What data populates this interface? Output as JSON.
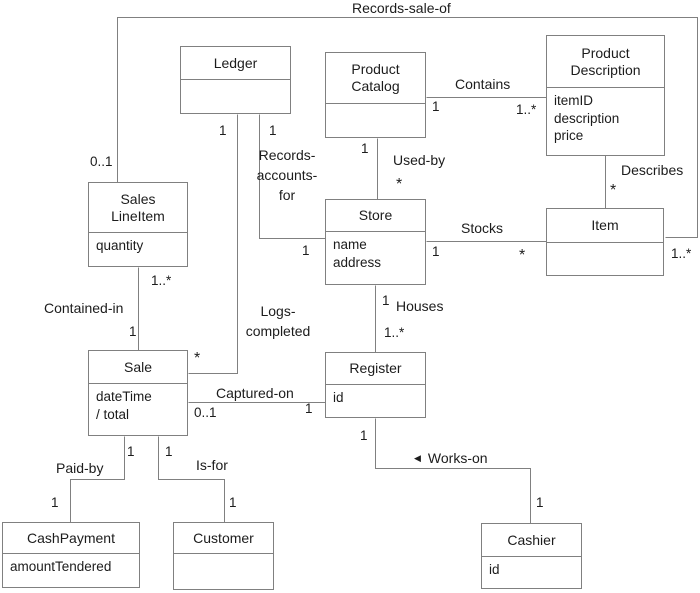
{
  "classes": {
    "ledger": {
      "title": "Ledger",
      "attributes": []
    },
    "product_catalog": {
      "title": "Product\nCatalog",
      "attributes": []
    },
    "product_description": {
      "title": "Product\nDescription",
      "attributes": [
        "itemID",
        "description",
        "price"
      ]
    },
    "sales_line_item": {
      "title": "Sales\nLineItem",
      "attributes": [
        "quantity"
      ]
    },
    "store": {
      "title": "Store",
      "attributes": [
        "name",
        "address"
      ]
    },
    "item": {
      "title": "Item",
      "attributes": []
    },
    "sale": {
      "title": "Sale",
      "attributes": [
        "dateTime",
        "/ total"
      ]
    },
    "register": {
      "title": "Register",
      "attributes": [
        "id"
      ]
    },
    "cash_payment": {
      "title": "CashPayment",
      "attributes": [
        "amountTendered"
      ]
    },
    "customer": {
      "title": "Customer",
      "attributes": []
    },
    "cashier": {
      "title": "Cashier",
      "attributes": [
        "id"
      ]
    }
  },
  "assoc": {
    "records_sale_of": {
      "label": "Records-sale-of",
      "mult_sales_line_item": "0..1",
      "mult_item": "1..*"
    },
    "contains": {
      "label": "Contains",
      "mult_product_catalog": "1",
      "mult_product_description": "1..*"
    },
    "used_by": {
      "label": "Used-by",
      "mult_product_catalog": "1",
      "mult_store": "*"
    },
    "describes": {
      "label": "Describes",
      "mult_item": "*"
    },
    "records_accounts_for": {
      "label": "Records-\naccounts-\nfor",
      "mult_ledger": "1",
      "mult_store": "1"
    },
    "logs_completed": {
      "label": "Logs-\ncompleted",
      "mult_ledger": "1",
      "mult_sale": "*"
    },
    "stocks": {
      "label": "Stocks",
      "mult_store": "1",
      "mult_item": "*"
    },
    "contained_in": {
      "label": "Contained-in",
      "mult_sales_line_item": "1..*",
      "mult_sale": "1"
    },
    "houses": {
      "label": "Houses",
      "mult_store": "1",
      "mult_register": "1..*"
    },
    "captured_on": {
      "label": "Captured-on",
      "mult_sale": "0..1",
      "mult_register": "1"
    },
    "paid_by": {
      "label": "Paid-by",
      "mult_sale": "1",
      "mult_cash_payment": "1"
    },
    "is_for": {
      "label": "Is-for",
      "mult_sale": "1",
      "mult_customer": "1"
    },
    "works_on": {
      "label": "Works-on",
      "direction_arrow": "◀",
      "mult_register": "1",
      "mult_cashier": "1"
    }
  },
  "colors": {
    "background": "#ffffff",
    "box_border": "#808080",
    "connector": "#808080",
    "text": "#1c1c1c"
  }
}
